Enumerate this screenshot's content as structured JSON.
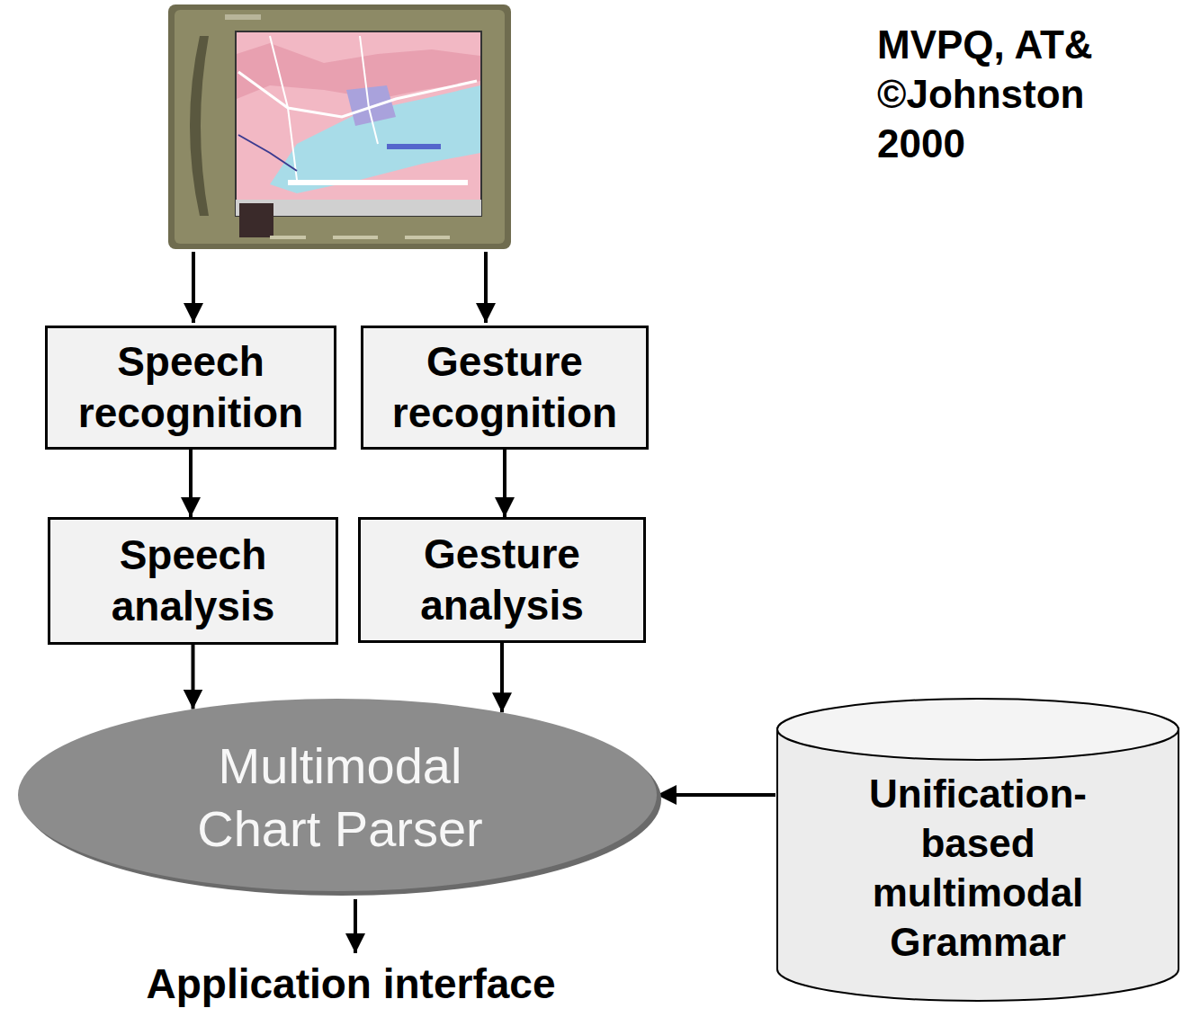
{
  "diagram": {
    "nodes": [
      {
        "text": [
          "Speech recognition"
        ]
      },
      {
        "text": [
          "Gesture recognition"
        ]
      },
      {
        "text": [
          "Speech analysis"
        ]
      },
      {
        "text": [
          "Gesture analysis"
        ]
      },
      {
        "text": [
          "Multimodal Chart Parser"
        ]
      },
      {
        "text": [
          "Unification-based multimodal Grammar"
        ]
      }
    ],
    "edges": [
      {
        "from": 0,
        "to": 2,
        "arrow": "to"
      },
      {
        "from": 1,
        "to": 3,
        "arrow": "to"
      },
      {
        "from": 2,
        "to": 4,
        "arrow": "to"
      },
      {
        "from": 3,
        "to": 4,
        "arrow": "to"
      },
      {
        "from": 5,
        "to": 4,
        "arrow": "to"
      }
    ],
    "labels": [
      "MVPQ, AT& ©Johnston 2000",
      "Application interface"
    ]
  }
}
